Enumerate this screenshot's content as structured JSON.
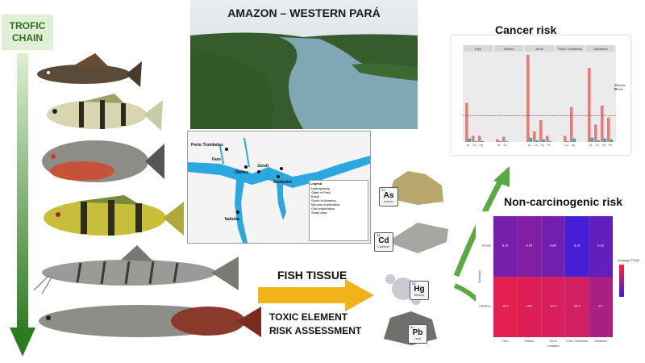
{
  "trophic": {
    "label_line1": "TROFIC",
    "label_line2": "CHAIN"
  },
  "amazon": {
    "title": "AMAZON – WESTERN PARÁ"
  },
  "map": {
    "places": [
      "Porto Trombetas",
      "Óbidos",
      "Faro",
      "Juruti",
      "Santarém",
      "Itaituba"
    ],
    "legend_title": "Legend",
    "legend_items": [
      "Hydrography",
      "State of Pará",
      "Brazil",
      "South of America",
      "Mercury exploration",
      "Gold exploration",
      "Study area"
    ]
  },
  "elements": [
    {
      "num": "33",
      "symbol": "As",
      "name": "Arsenic"
    },
    {
      "num": "48",
      "symbol": "Cd",
      "name": "Cadmium"
    },
    {
      "num": "80",
      "symbol": "Hg",
      "name": "Mercury"
    },
    {
      "num": "82",
      "symbol": "Pb",
      "name": "Lead"
    }
  ],
  "labels": {
    "fish_tissue": "FISH TISSUE",
    "risk_line1": "TOXIC ELEMENT",
    "risk_line2": "RISK ASSESSMENT",
    "cancer_title": "Cancer risk",
    "noncancer_title": "Non-carcinogenic risk"
  },
  "colors": {
    "arrow_green": "#3e8a2c",
    "tissue_arrow": "#f2b21a",
    "bar_pink": "#e87a78",
    "bar_teal": "#1fb3b3",
    "heat_red": "#ff1f3a",
    "heat_blue": "#3a1fe0"
  },
  "chart_data": [
    {
      "type": "bar",
      "title": "Cancer risk",
      "facets": [
        "Faro",
        "Óbidos",
        "Juruti",
        "Porto Trombetas",
        "Santarém"
      ],
      "categories": [
        "As",
        "Cd",
        "Hg",
        "Pb"
      ],
      "series": [
        {
          "name": "Adults",
          "values": [
            [
              0.45,
              0.07,
              0.07,
              0
            ],
            [
              0.03,
              0.06,
              0,
              0
            ],
            [
              1.0,
              0.12,
              0.25,
              0.07
            ],
            [
              0,
              0.07,
              0.4,
              0
            ],
            [
              0.85,
              0.2,
              0.42,
              0.28
            ]
          ]
        },
        {
          "name": "Kids",
          "values": [
            [
              0.04,
              0.01,
              0.01,
              0
            ],
            [
              0.01,
              0.01,
              0,
              0
            ],
            [
              0.05,
              0.02,
              0.03,
              0.01
            ],
            [
              0,
              0.01,
              0.04,
              0
            ],
            [
              0.05,
              0.02,
              0.04,
              0.03
            ]
          ]
        }
      ],
      "threshold": 0.3
    },
    {
      "type": "heatmap",
      "title": "Non-carcinogenic risk",
      "xlabel": "Location",
      "ylabel": "Scenario",
      "x": [
        "Faro",
        "Óbidos",
        "Juruti",
        "Porto Trombetas",
        "Santarém"
      ],
      "y": [
        "Adults",
        "Children"
      ],
      "legend_title": "Average TTHQ",
      "values": [
        [
          8.92,
          9.08,
          8.86,
          8.16,
          8.62
        ],
        [
          10.6,
          10.5,
          10.4,
          10.3,
          9.7
        ]
      ]
    }
  ]
}
